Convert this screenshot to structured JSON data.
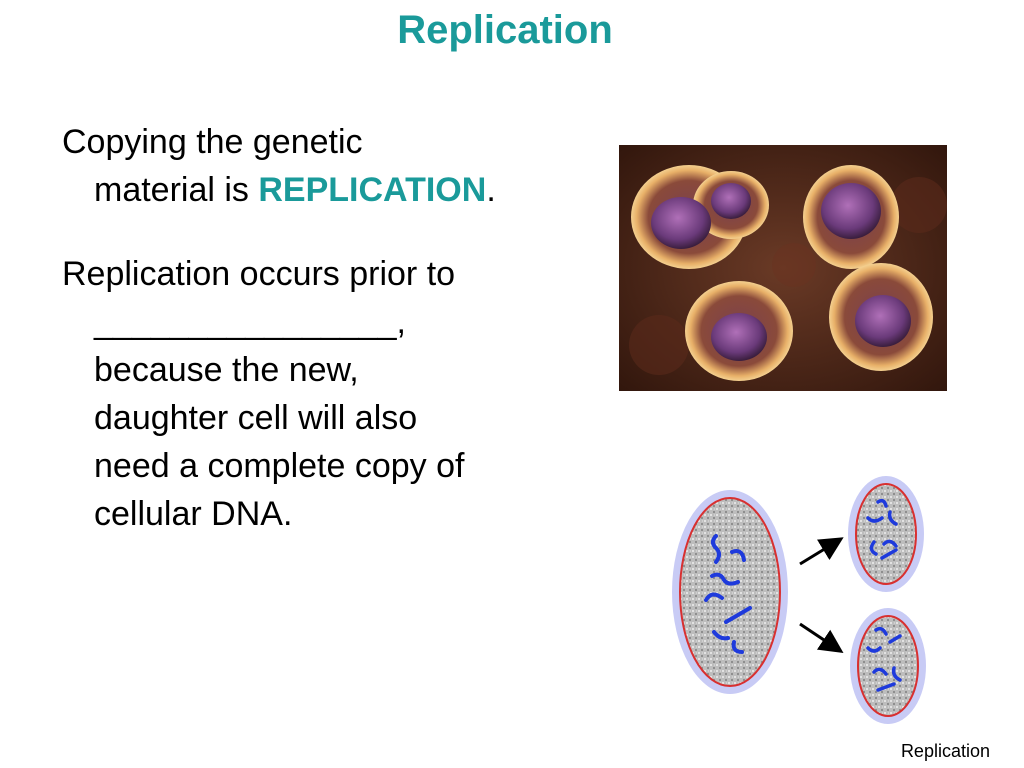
{
  "slide": {
    "title": "Replication",
    "para1_line1": "Copying the genetic",
    "para1_line2_prefix": "material is ",
    "para1_keyword": "REPLICATION",
    "para1_suffix": ".",
    "para2_line1": "Replication occurs prior to",
    "para2_line2": "________________,",
    "para2_line3": "because the new,",
    "para2_line4": "daughter cell will also",
    "para2_line5": "need a complete copy of",
    "para2_line6": "cellular DNA.",
    "footer": "Replication"
  },
  "colors": {
    "accent": "#1a9a9a",
    "cell_outline": "#d83030",
    "chromosome": "#1e3adc"
  },
  "images": {
    "photo": "dividing-cells-micrograph",
    "diagram": "cell-division-diagram"
  }
}
